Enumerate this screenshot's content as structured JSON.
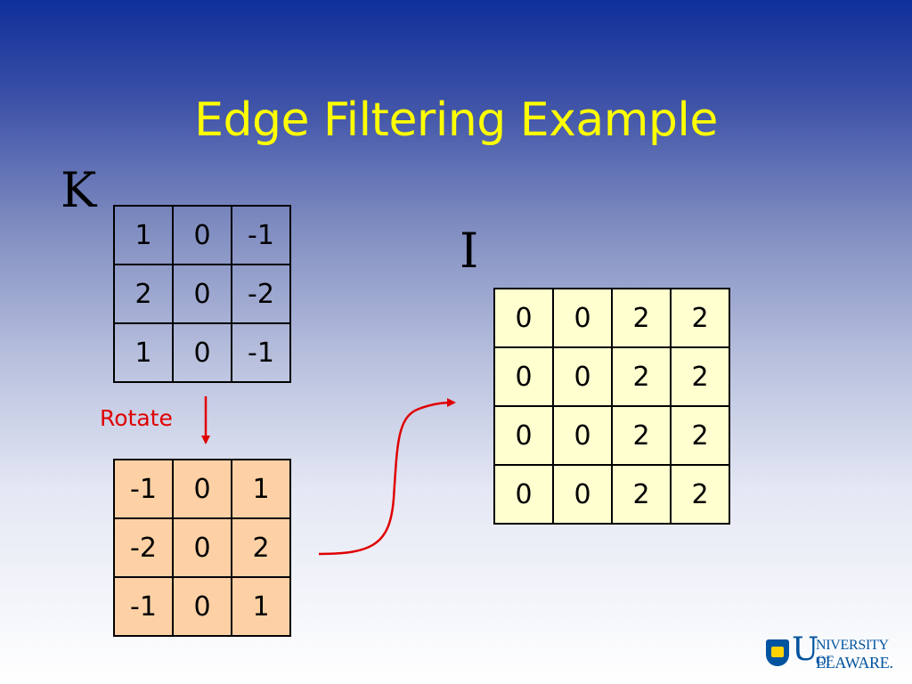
{
  "slide": {
    "title": "Edge Filtering Example",
    "kernel_label": "K",
    "image_label": "I",
    "rotate_label": "Rotate"
  },
  "kernel": {
    "rows": [
      [
        "1",
        "0",
        "-1"
      ],
      [
        "2",
        "0",
        "-2"
      ],
      [
        "1",
        "0",
        "-1"
      ]
    ]
  },
  "rotated_kernel": {
    "rows": [
      [
        "-1",
        "0",
        "1"
      ],
      [
        "-2",
        "0",
        "2"
      ],
      [
        "-1",
        "0",
        "1"
      ]
    ],
    "fill_color": "#fdd1a5"
  },
  "image": {
    "rows": [
      [
        "0",
        "0",
        "2",
        "2"
      ],
      [
        "0",
        "0",
        "2",
        "2"
      ],
      [
        "0",
        "0",
        "2",
        "2"
      ],
      [
        "0",
        "0",
        "2",
        "2"
      ]
    ],
    "fill_color": "#ffffd0"
  },
  "colors": {
    "title": "#ffff00",
    "arrow": "#e00000"
  },
  "logo": {
    "initial": "U",
    "line1": "NIVERSITY OF",
    "line2": "ELAWARE."
  }
}
